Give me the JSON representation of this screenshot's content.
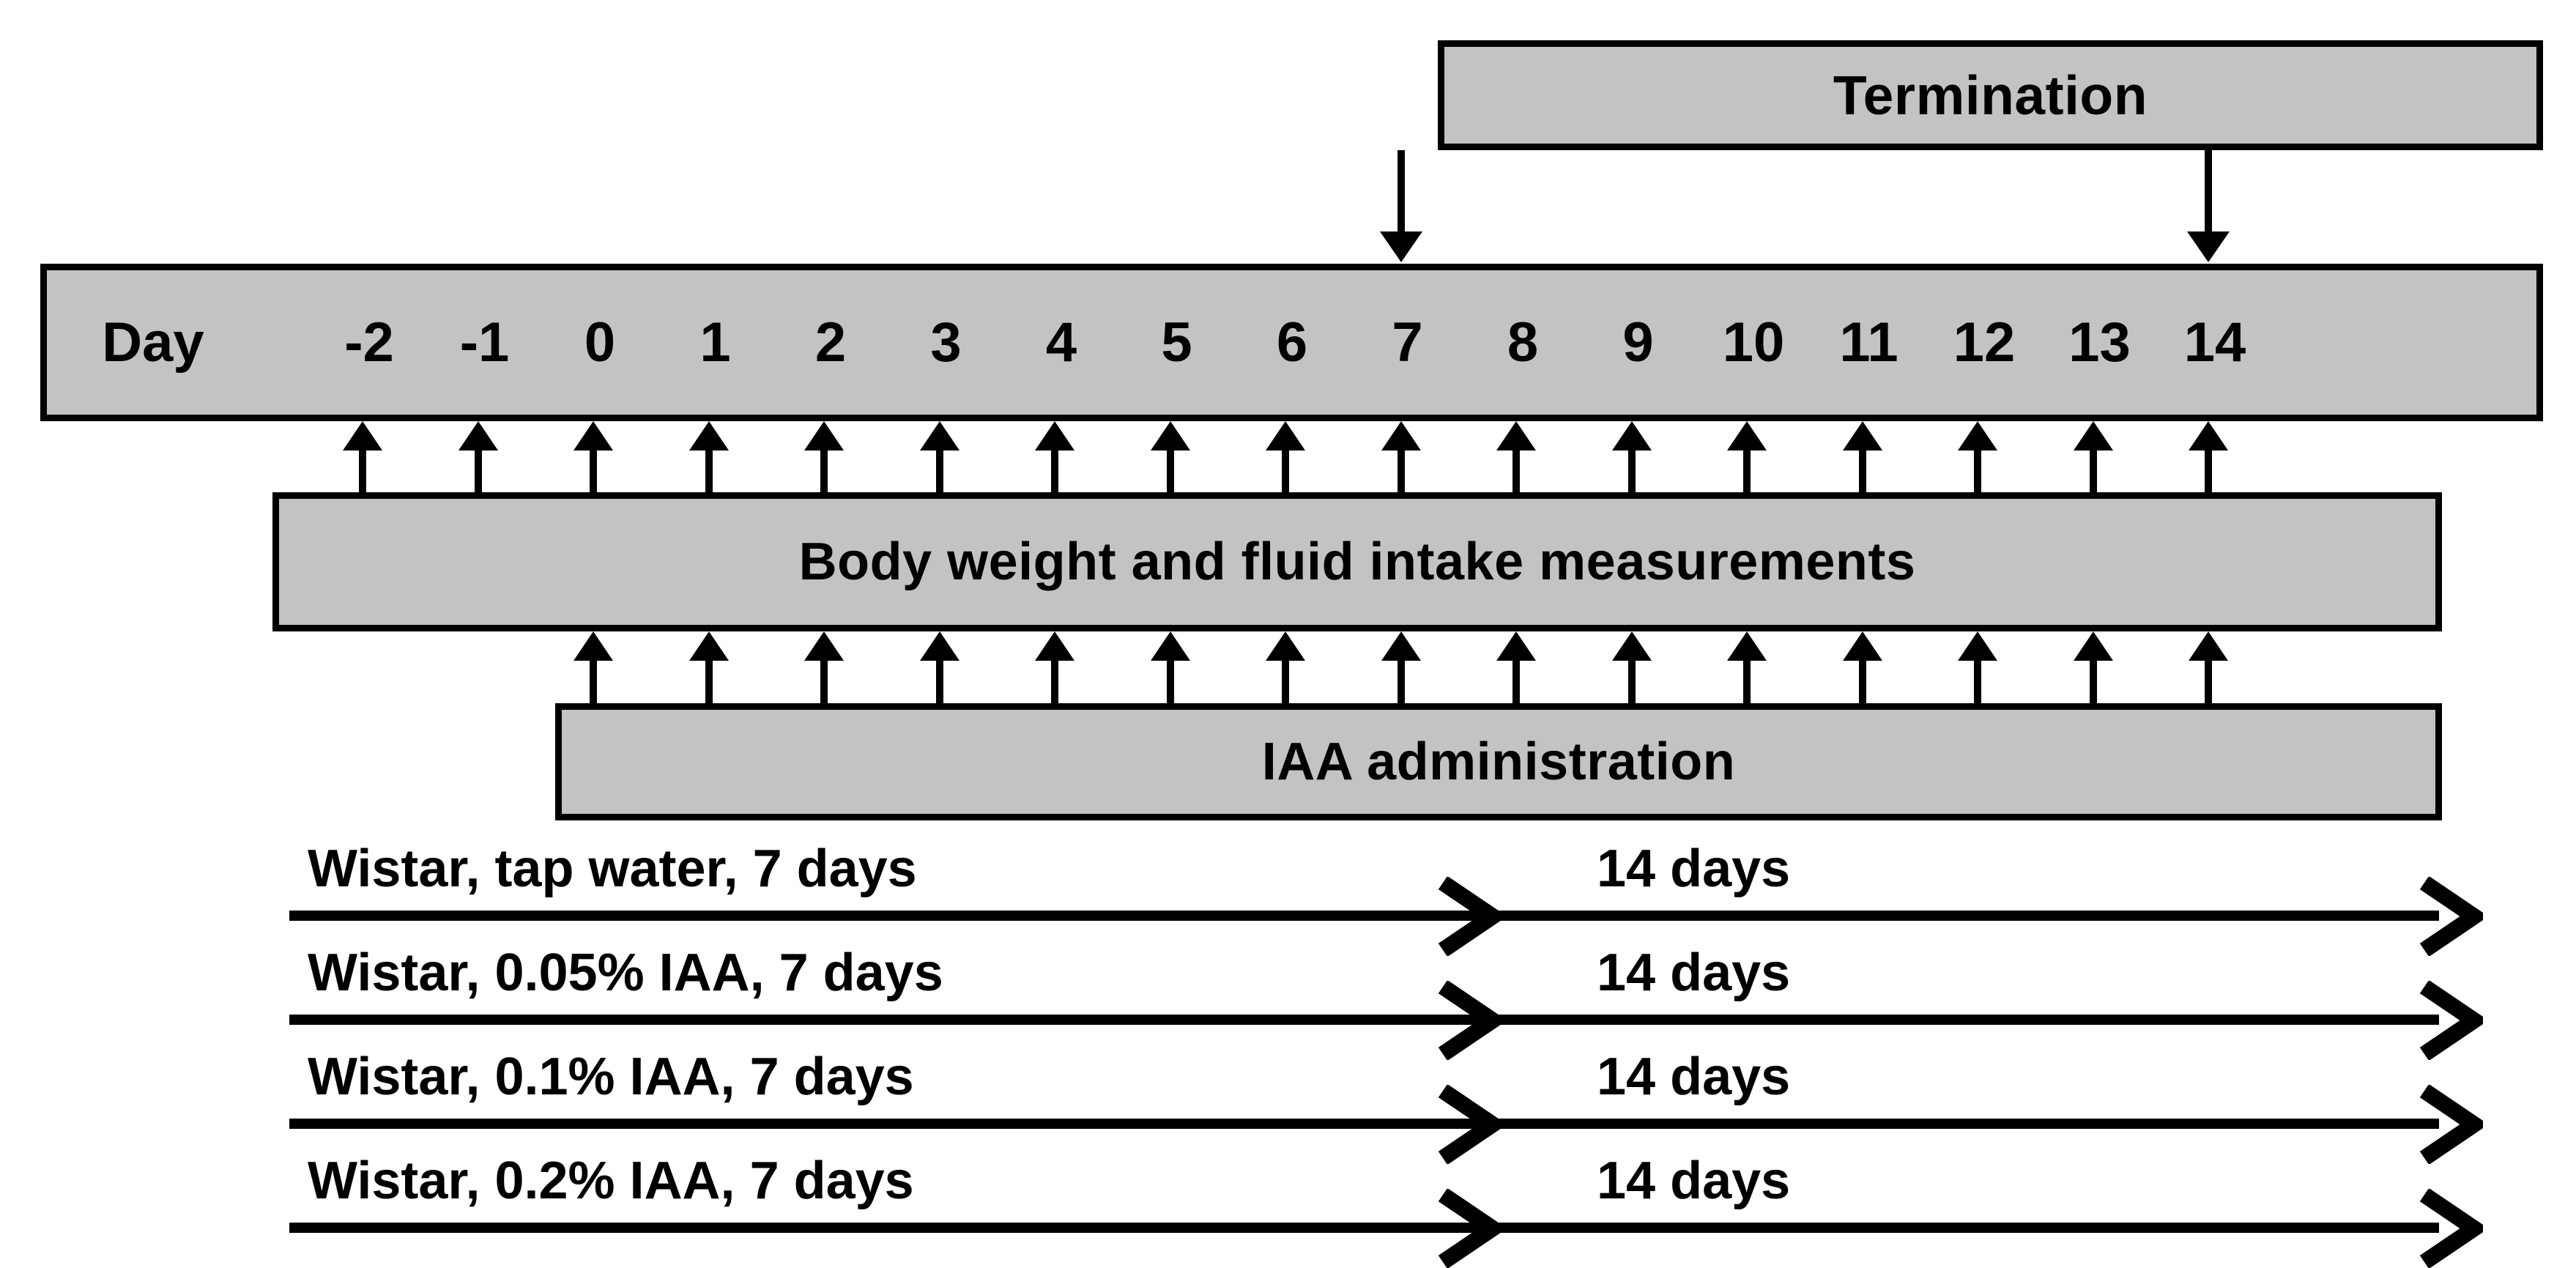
{
  "diagram": {
    "title_bar": {
      "termination_label": "Termination"
    },
    "day_axis": {
      "axis_name": "Day",
      "days": [
        "-2",
        "-1",
        "0",
        "1",
        "2",
        "3",
        "4",
        "5",
        "6",
        "7",
        "8",
        "9",
        "10",
        "11",
        "12",
        "13",
        "14"
      ]
    },
    "bands": [
      {
        "id": "bodyweight",
        "label": "Body weight  and  fluid intake measurements"
      },
      {
        "id": "iaa",
        "label": "IAA administration"
      }
    ],
    "groups": [
      {
        "label": "Wistar, tap water, 7 days",
        "duration": "14 days"
      },
      {
        "label": "Wistar, 0.05% IAA, 7 days",
        "duration": "14 days"
      },
      {
        "label": "Wistar, 0.1% IAA, 7 days",
        "duration": "14 days"
      },
      {
        "label": "Wistar, 0.2% IAA, 7 days",
        "duration": "14 days"
      }
    ],
    "colors": {
      "box_fill": "#c3c3c3",
      "stroke": "#000000",
      "background": "#ffffff"
    }
  },
  "chart_data": {
    "type": "table",
    "title": "IAA study experimental timeline",
    "xlabel": "Day",
    "x": [
      -2,
      -1,
      0,
      1,
      2,
      3,
      4,
      5,
      6,
      7,
      8,
      9,
      10,
      11,
      12,
      13,
      14
    ],
    "xlim": [
      -2,
      14
    ],
    "grid": false,
    "legend": "none",
    "annotations": [
      "Termination",
      "Body weight  and  fluid intake measurements",
      "IAA administration"
    ],
    "series": [
      {
        "name": "Termination",
        "type": "event",
        "days": [
          7,
          14
        ]
      },
      {
        "name": "Body weight  and  fluid intake measurements",
        "type": "span",
        "start_day": -2,
        "end_day": 14
      },
      {
        "name": "IAA administration",
        "type": "span",
        "start_day": 0,
        "end_day": 14
      },
      {
        "name": "Wistar, tap water, 7 days",
        "type": "arm",
        "treatment_days": 7,
        "followup_days": 14
      },
      {
        "name": "Wistar, 0.05% IAA, 7 days",
        "type": "arm",
        "treatment_days": 7,
        "followup_days": 14
      },
      {
        "name": "Wistar, 0.1% IAA, 7 days",
        "type": "arm",
        "treatment_days": 7,
        "followup_days": 14
      },
      {
        "name": "Wistar, 0.2% IAA, 7 days",
        "type": "arm",
        "treatment_days": 7,
        "followup_days": 14
      }
    ]
  }
}
